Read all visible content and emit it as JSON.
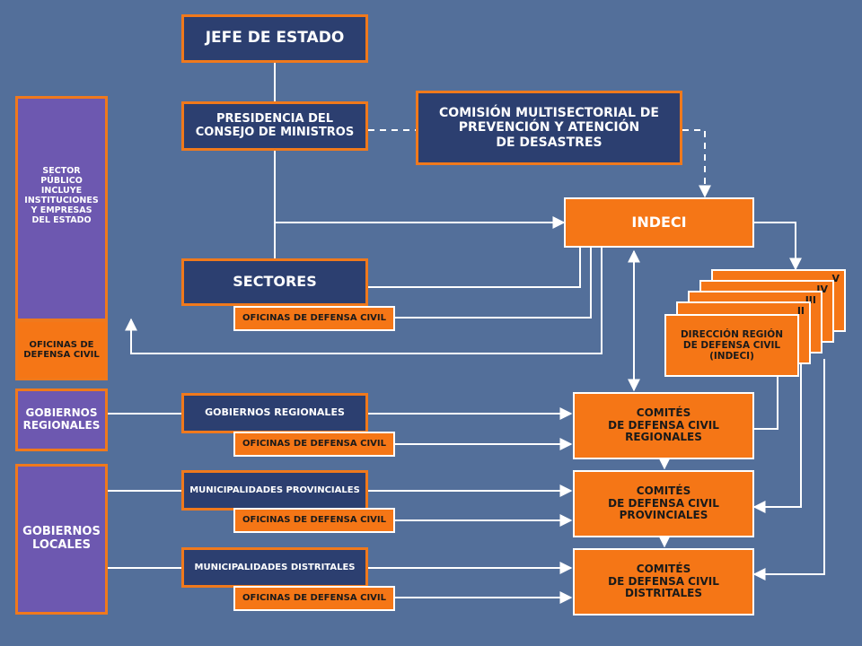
{
  "colors": {
    "background": "#536f9a",
    "navy": "#2c3f70",
    "orange": "#f57616",
    "purple": "#6d58b0",
    "line": "#ffffff"
  },
  "jefe": "JEFE DE ESTADO",
  "pcm": [
    "PRESIDENCIA DEL",
    "CONSEJO DE MINISTROS"
  ],
  "comision": [
    "COMISIÓN MULTISECTORIAL DE",
    "PREVENCIÓN Y ATENCIÓN",
    "DE DESASTRES"
  ],
  "indeci": "INDECI",
  "sector_publico": [
    "SECTOR",
    "PÚBLICO",
    "INCLUYE",
    "INSTITUCIONES",
    "Y EMPRESAS",
    "DEL ESTADO"
  ],
  "oficinas_left": [
    "OFICINAS DE",
    "DEFENSA CIVIL"
  ],
  "sectores": "SECTORES",
  "oficinas_label": "OFICINAS DE DEFENSA CIVIL",
  "direccion": [
    "DIRECCIÓN REGIÓN",
    "DE DEFENSA CIVIL",
    "(INDECI)"
  ],
  "stack_labels": [
    "V",
    "IV",
    "III",
    "II"
  ],
  "gob_regionales": [
    "GOBIERNOS",
    "REGIONALES"
  ],
  "gob_locales": [
    "GOBIERNOS",
    "LOCALES"
  ],
  "gobiernos_regionales_mid": "GOBIERNOS REGIONALES",
  "muni_provinciales": "MUNICIPALIDADES PROVINCIALES",
  "muni_distritales": "MUNICIPALIDADES DISTRITALES",
  "comite_regionales": [
    "COMITÉS",
    "DE DEFENSA CIVIL",
    "REGIONALES"
  ],
  "comite_provinciales": [
    "COMITÉS",
    "DE DEFENSA CIVIL",
    "PROVINCIALES"
  ],
  "comite_distritales": [
    "COMITÉS",
    "DE DEFENSA CIVIL",
    "DISTRITALES"
  ]
}
